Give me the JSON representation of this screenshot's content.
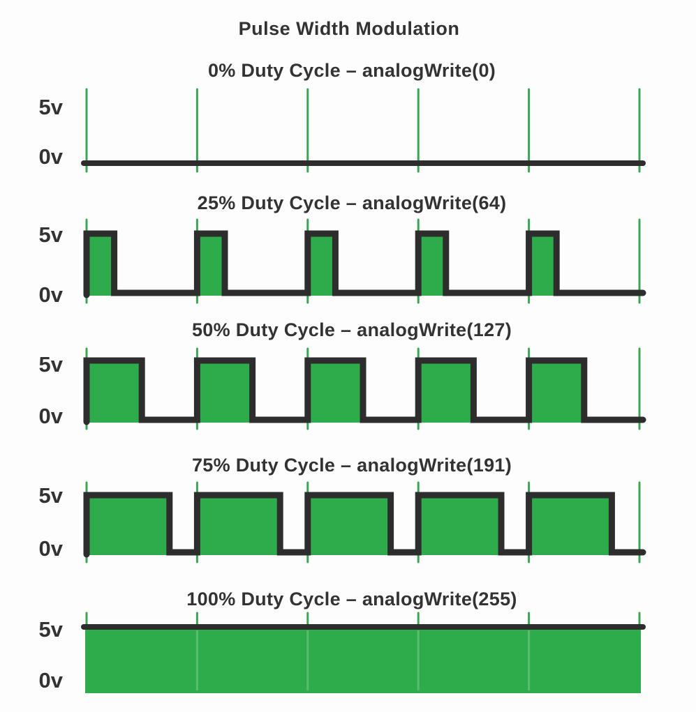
{
  "title": "Pulse Width Modulation",
  "axis": {
    "high_label": "5v",
    "low_label": "0v"
  },
  "colors": {
    "green_fill": "#2eac4b",
    "tick_green": "#3ba557",
    "inner_tick_green": "#58bd6e",
    "stroke_dark": "#2d2d2d",
    "text": "#333333",
    "background": "#fdfdfd"
  },
  "panels": [
    {
      "title": "0% Duty Cycle – analogWrite(0)",
      "duty_percent": 0,
      "analog_write_value": 0,
      "periods": 5
    },
    {
      "title": "25% Duty Cycle – analogWrite(64)",
      "duty_percent": 25,
      "analog_write_value": 64,
      "periods": 5
    },
    {
      "title": "50% Duty Cycle – analogWrite(127)",
      "duty_percent": 50,
      "analog_write_value": 127,
      "periods": 5
    },
    {
      "title": "75% Duty Cycle – analogWrite(191)",
      "duty_percent": 75,
      "analog_write_value": 191,
      "periods": 5
    },
    {
      "title": "100% Duty Cycle – analogWrite(255)",
      "duty_percent": 100,
      "analog_write_value": 255,
      "periods": 5
    }
  ]
}
